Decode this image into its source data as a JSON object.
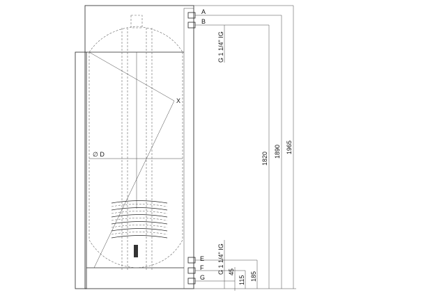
{
  "connections": {
    "A": "A",
    "B": "B",
    "E": "E",
    "F": "F",
    "G": "G"
  },
  "thread_top": "G 1 1/4\" IG",
  "thread_bottom": "G 1 1/4\" IG",
  "labels": {
    "x": "X",
    "diameter": "∅ D"
  },
  "dimensions": {
    "d1820": "1820",
    "d1890": "1890",
    "d1965": "1965",
    "d185": "185",
    "d115": "115",
    "d45": "45"
  }
}
